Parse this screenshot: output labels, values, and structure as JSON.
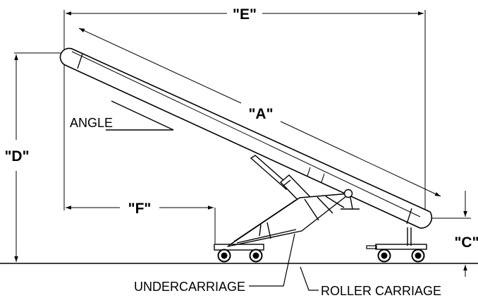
{
  "labels": {
    "dim_a": "\"A\"",
    "dim_c": "\"C\"",
    "dim_d": "\"D\"",
    "dim_e": "\"E\"",
    "dim_f": "\"F\"",
    "angle": "ANGLE",
    "undercarriage": "UNDERCARRIAGE",
    "roller_carriage": "ROLLER CARRIAGE"
  },
  "colors": {
    "line": "#000000",
    "background": "#ffffff"
  }
}
